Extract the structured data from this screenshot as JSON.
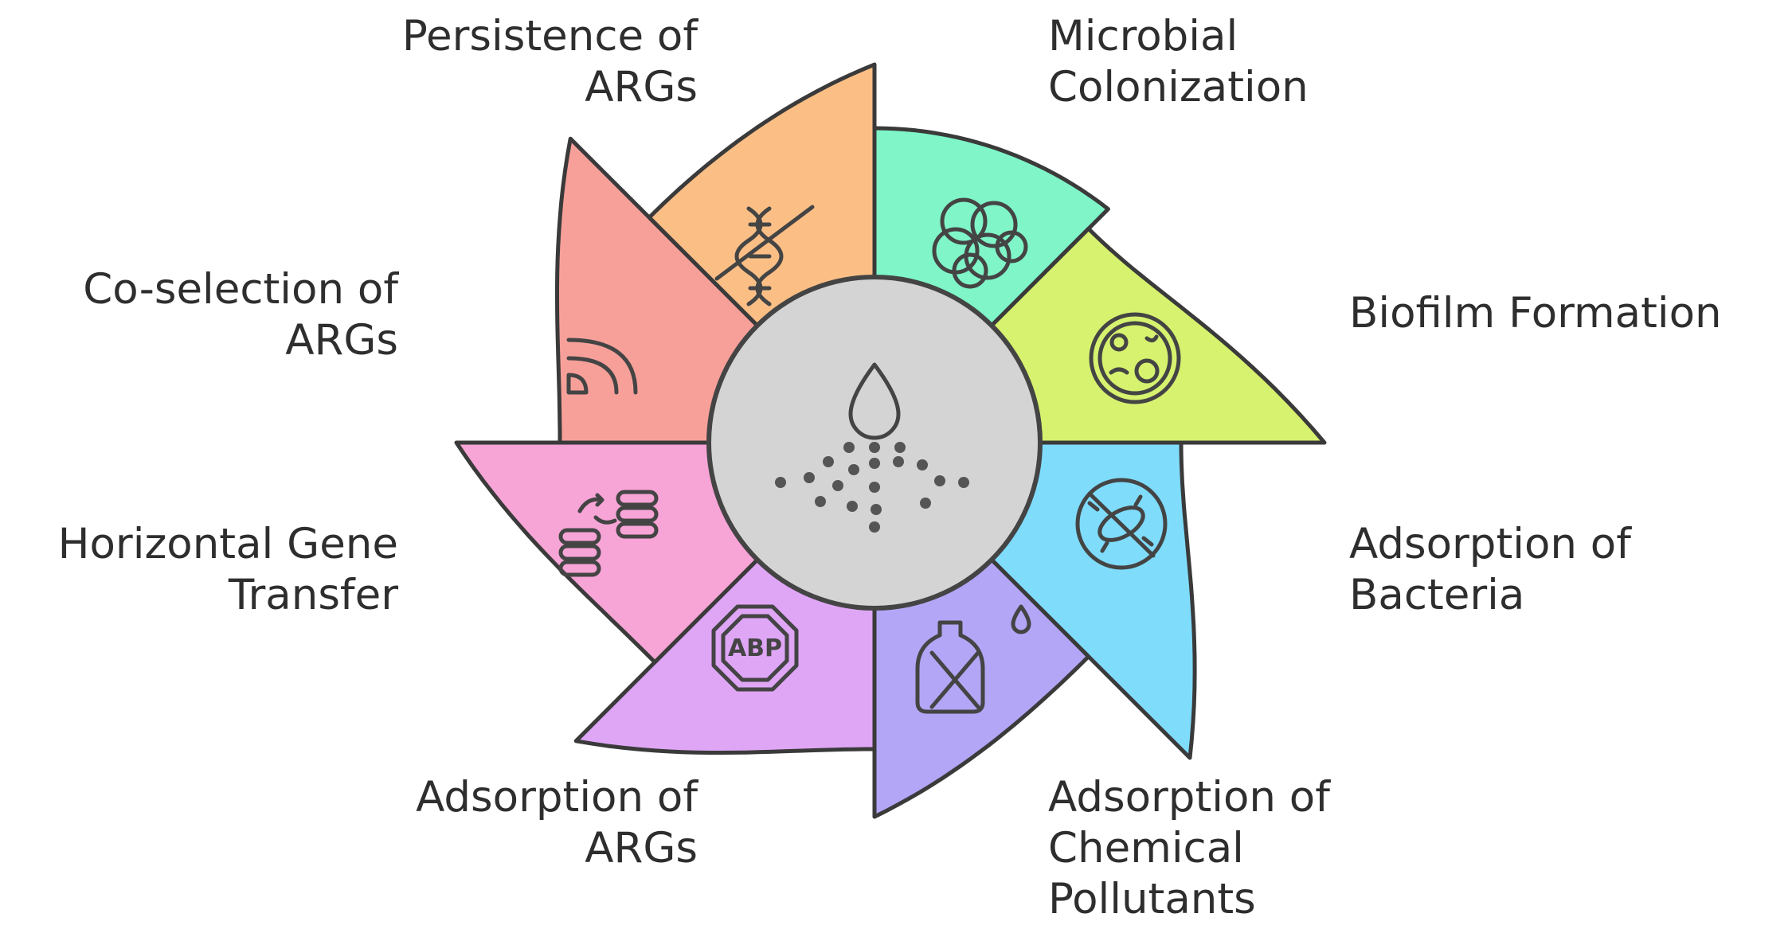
{
  "segments": [
    {
      "id": "microbial-colonization",
      "lines": [
        "Microbial",
        "Colonization"
      ],
      "color": "#7ff5c8",
      "icon": "cell-cluster-icon"
    },
    {
      "id": "biofilm-formation",
      "lines": [
        "Biofilm Formation"
      ],
      "color": "#d6f26f",
      "icon": "bacteria-cell-icon"
    },
    {
      "id": "adsorption-of-bacteria",
      "lines": [
        "Adsorption of",
        "Bacteria"
      ],
      "color": "#7fdcfb",
      "icon": "no-bacteria-icon"
    },
    {
      "id": "adsorption-of-chemical-pollutants",
      "lines": [
        "Adsorption of",
        "Chemical",
        "Pollutants"
      ],
      "color": "#b3a6f6",
      "icon": "no-chemical-bottle-icon"
    },
    {
      "id": "adsorption-of-args",
      "lines": [
        "Adsorption of",
        "ARGs"
      ],
      "color": "#dfa6f6",
      "icon": "abp-stop-sign-icon",
      "icon_text": "ABP"
    },
    {
      "id": "horizontal-gene-transfer",
      "lines": [
        "Horizontal Gene",
        "Transfer"
      ],
      "color": "#f7a4d6",
      "icon": "data-transfer-icon"
    },
    {
      "id": "co-selection-of-args",
      "lines": [
        "Co-selection of",
        "ARGs"
      ],
      "color": "#f7a09a",
      "icon": "signal-waves-icon"
    },
    {
      "id": "persistence-of-args",
      "lines": [
        "Persistence of",
        "ARGs"
      ],
      "color": "#fbbf86",
      "icon": "no-dna-icon"
    }
  ],
  "center": {
    "icon": "water-drop-particles-icon",
    "color": "#d4d4d4"
  }
}
